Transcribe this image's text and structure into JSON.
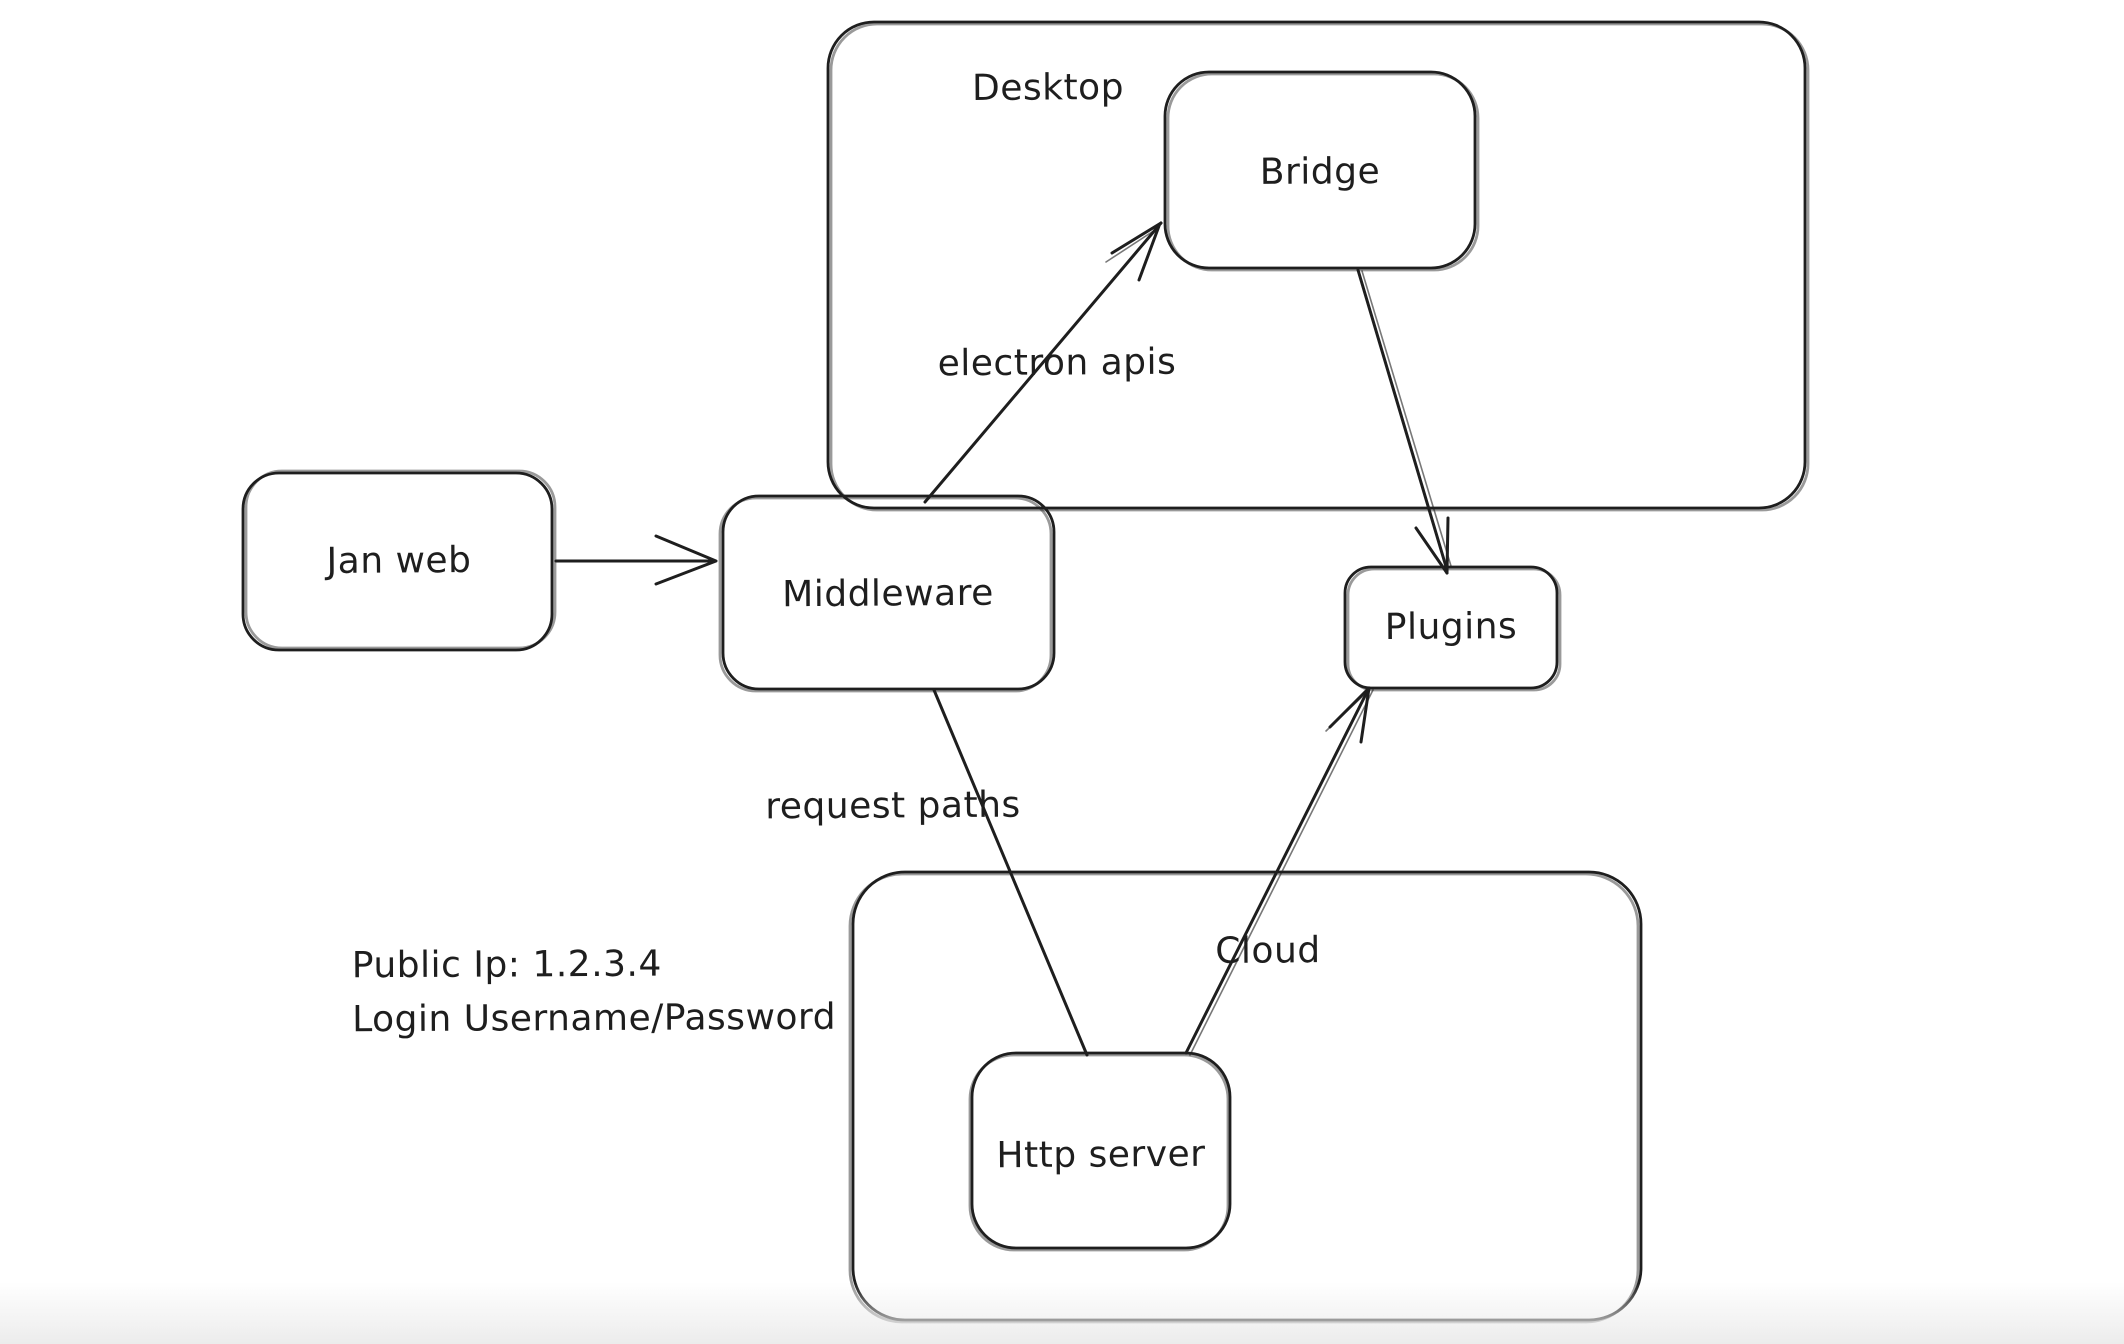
{
  "canvas": {
    "background_color": "#ffffff",
    "stroke_color": "#1e1e1e",
    "bottom_fade_color": "#ececec",
    "style": "hand-drawn whiteboard diagram"
  },
  "groups": {
    "desktop": {
      "label": "Desktop"
    },
    "cloud": {
      "label": "Cloud"
    }
  },
  "nodes": {
    "jan_web": {
      "label": "Jan web"
    },
    "middleware": {
      "label": "Middleware"
    },
    "bridge": {
      "label": "Bridge",
      "inside_group": "Desktop"
    },
    "plugins": {
      "label": "Plugins"
    },
    "http_server": {
      "label": "Http server",
      "inside_group": "Cloud"
    }
  },
  "edges": {
    "jan_web_to_middleware": {
      "from": "Jan web",
      "to": "Middleware",
      "label": "",
      "arrowhead": "end"
    },
    "middleware_to_bridge": {
      "from": "Middleware",
      "to": "Bridge",
      "label": "electron apis",
      "arrowhead": "end"
    },
    "bridge_to_plugins": {
      "from": "Bridge",
      "to": "Plugins",
      "label": "",
      "arrowhead": "end"
    },
    "middleware_to_http_server": {
      "from": "Middleware",
      "to": "Http server",
      "label": "request paths",
      "arrowhead": "none"
    },
    "http_server_to_plugins": {
      "from": "Http server",
      "to": "Plugins",
      "label": "",
      "arrowhead": "end"
    }
  },
  "annotations": {
    "public_ip": {
      "line1": "Public Ip: 1.2.3.4",
      "line2": "Login Username/Password"
    }
  }
}
